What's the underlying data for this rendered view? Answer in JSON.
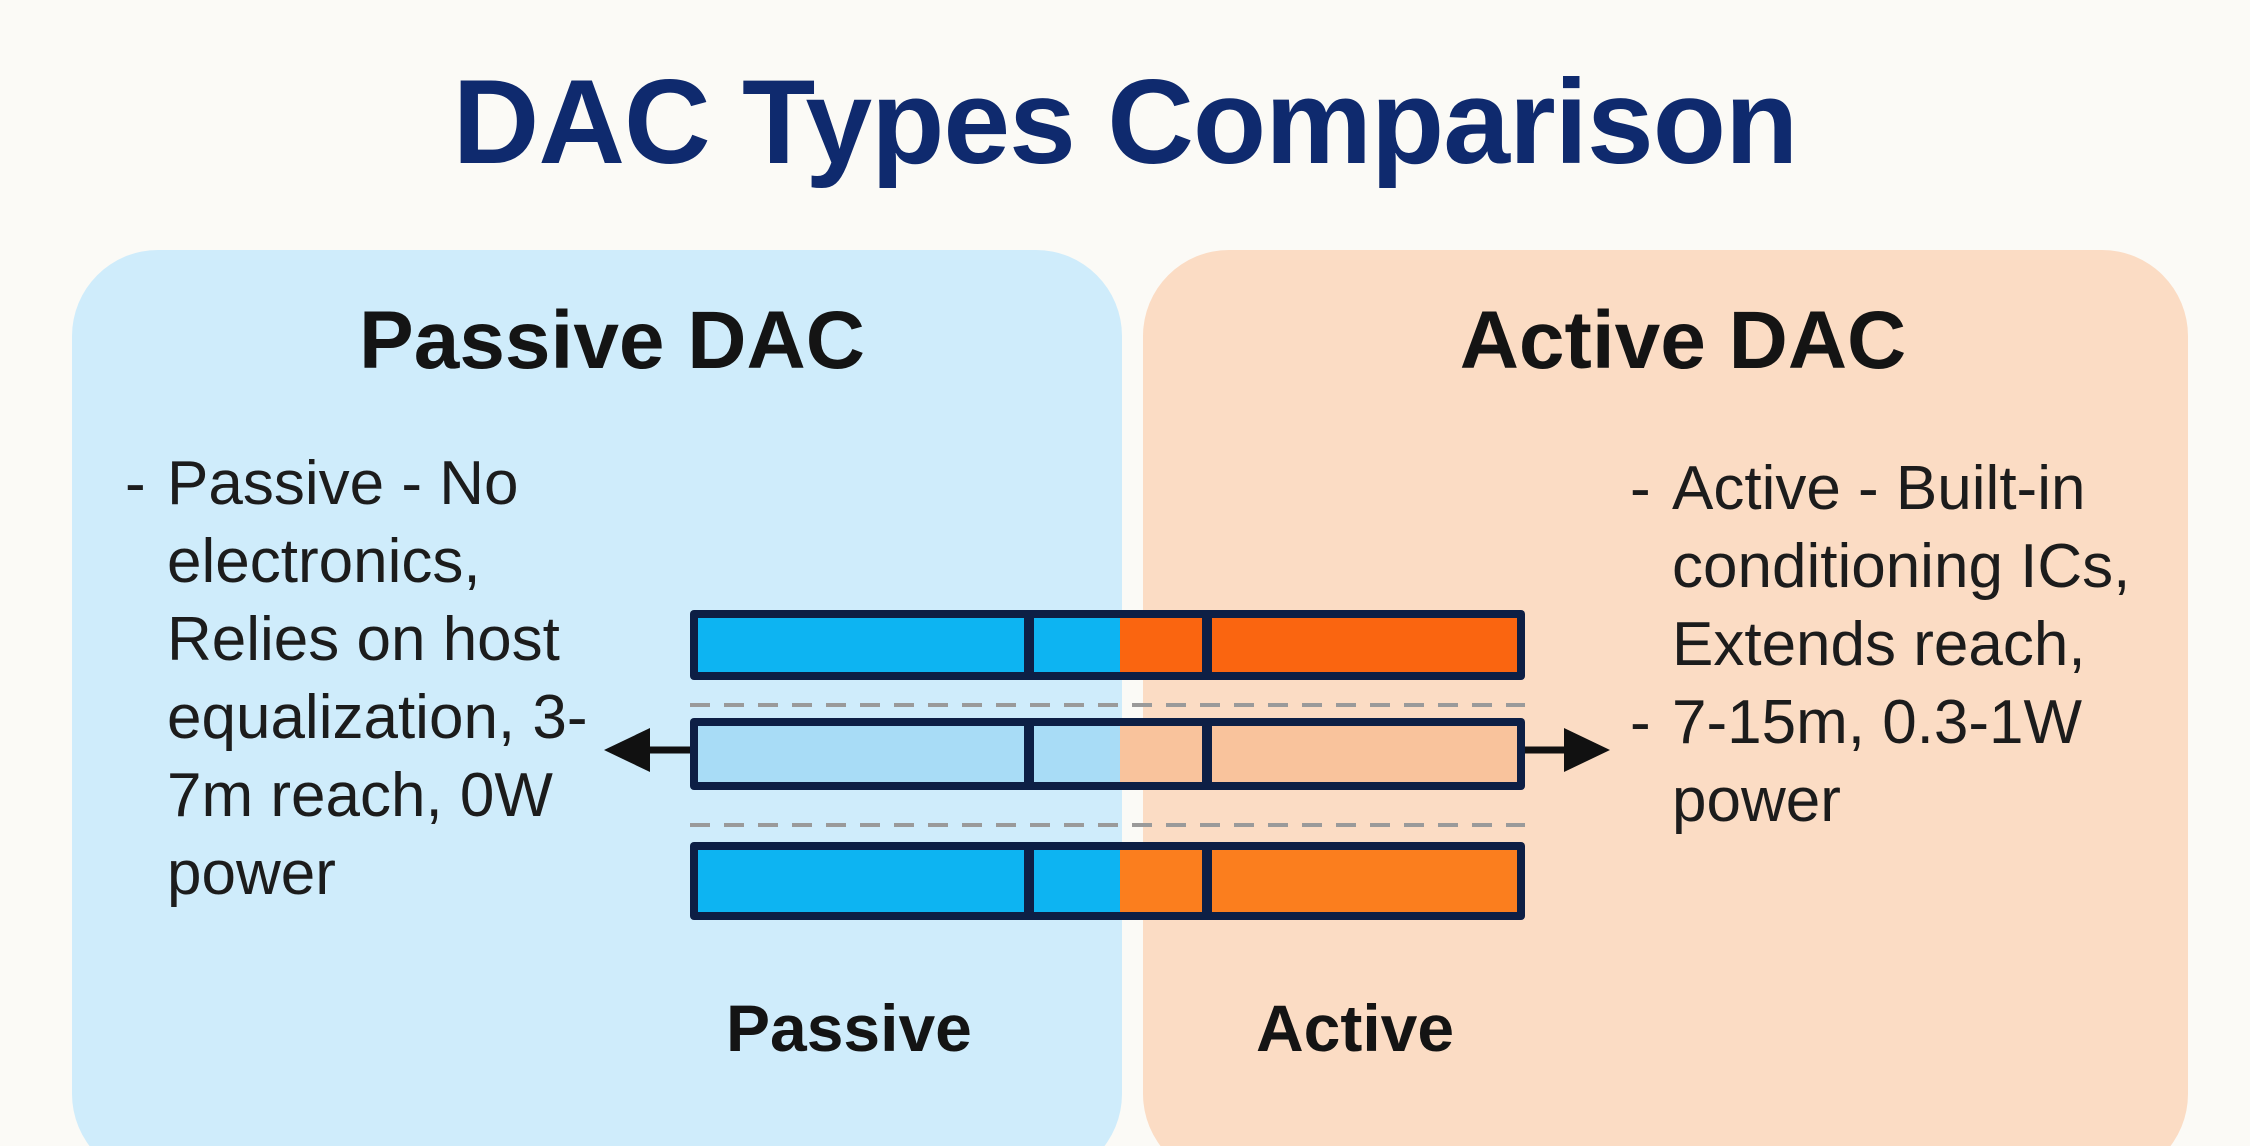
{
  "title": "DAC Types Comparison",
  "left": {
    "heading": "Passive DAC",
    "bullets": [
      "Passive - No electronics, Relies on host equalization, 3-7m reach, 0W power"
    ],
    "cable_label": "Passive"
  },
  "right": {
    "heading": "Active DAC",
    "bullets": [
      "Active - Built-in conditioning ICs, Extends reach,",
      "7-15m, 0.3-1W power"
    ],
    "cable_label": "Active"
  },
  "colors": {
    "title": "#0f2a6e",
    "passive_panel": "#cfecfb",
    "active_panel": "#fbdcc4",
    "passive_cable": "#0db4f2",
    "active_cable": "#fa6510",
    "cable_outline": "#0d1f45"
  }
}
